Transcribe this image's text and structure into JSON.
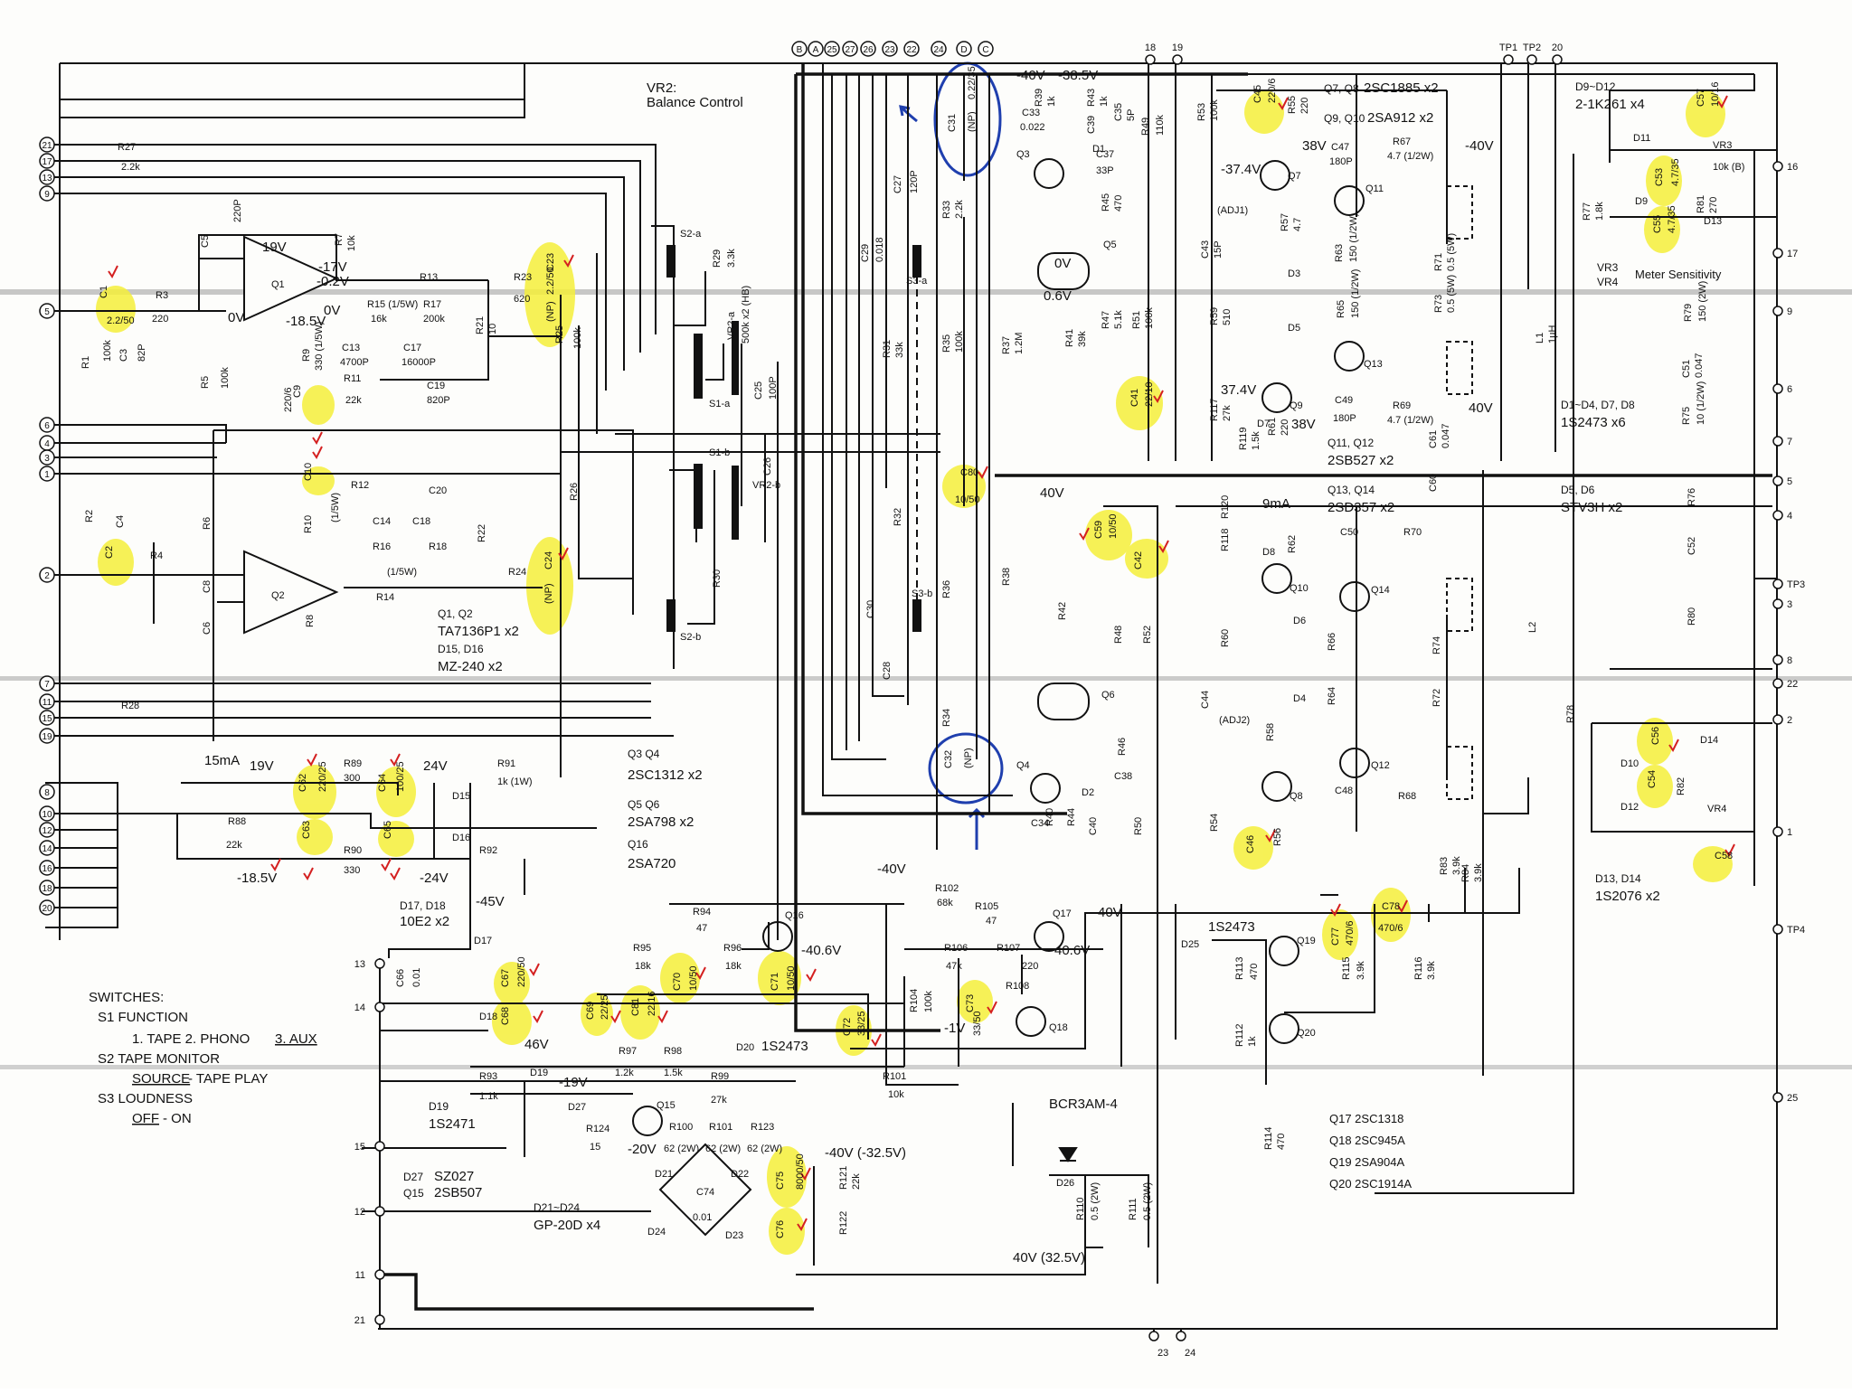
{
  "colors": {
    "ink": "#111111",
    "highlight": "#f5ef3a",
    "check_mark": "#d42020",
    "blue_mark": "#1f3fae",
    "scan_band": "#9a9a9a"
  },
  "top_connectors": [
    "B",
    "A",
    "25",
    "27",
    "26",
    "23",
    "22",
    "24",
    "D",
    "C"
  ],
  "top_right_connectors": [
    "18",
    "19",
    "TP1",
    "TP2",
    "20"
  ],
  "left_terminals": [
    "21",
    "17",
    "13",
    "9",
    "5",
    "6",
    "4",
    "3",
    "1",
    "2",
    "7",
    "11",
    "15",
    "19",
    "8",
    "10",
    "12",
    "14",
    "16",
    "18",
    "20"
  ],
  "right_terminals": [
    "16",
    "17",
    "9",
    "6",
    "7",
    "5",
    "4",
    "TP3",
    "3",
    "8",
    "22",
    "2",
    "1",
    "TP4",
    "25"
  ],
  "bottom_terminals": [
    "23",
    "24"
  ],
  "power_terminals": [
    "13",
    "14",
    "15",
    "12",
    "11",
    "21"
  ],
  "labels": {
    "vr2": "VR2:",
    "vr2_desc": "Balance Control",
    "q1q2": "Q1, Q2",
    "q1q2_part": "TA7136P1 x2",
    "d15d16": "D15, D16",
    "d15d16_part": "MZ-240 x2",
    "q3q4": "Q3  Q4",
    "q3q4_part": "2SC1312 x2",
    "q5q6": "Q5  Q6",
    "q5q6_part": "2SA798 x2",
    "q16": "Q16",
    "q16_part": "2SA720",
    "d17d18": "D17, D18",
    "d17d18_part": "10E2 x2",
    "d19": "D19",
    "d19_part": "1S2471",
    "d27": "D27",
    "d27_part": "SZ027",
    "q15": "Q15",
    "q15_part": "2SB507",
    "d21d24": "D21~D24",
    "d21d24_part": "GP-20D x4",
    "q7q8": "Q7, Q8",
    "q7q8_part": "2SC1885 x2",
    "q9q10": "Q9, Q10",
    "q9q10_part": "2SA912 x2",
    "q11q12": "Q11, Q12",
    "q11q12_part": "2SB527 x2",
    "q13q14": "Q13, Q14",
    "q13q14_part": "2SD357 x2",
    "d9d12": "D9~D12",
    "d9d12_part": "2-1K261 x4",
    "d1d8": "D1~D4, D7, D8",
    "d1d8_part": "1S2473 x6",
    "d5d6": "D5, D6",
    "d5d6_part": "STV3H x2",
    "d13d14": "D13, D14",
    "d13d14_part": "1S2076 x2",
    "vr34": "VR3",
    "vr34b": "VR4",
    "meter": "Meter Sensitivity",
    "q17": "Q17  2SC1318",
    "q18": "Q18  2SC945A",
    "q19": "Q19  2SA904A",
    "q20": "Q20  2SC1914A",
    "bcr": "BCR3AM-4",
    "is2473_a": "1S2473",
    "is2473_b": "1S2473"
  },
  "voltages": {
    "v19": "19V",
    "v17n": "-17V",
    "v02n": "-0.2V",
    "v0a": "0V",
    "v0b": "0V",
    "v185n": "-18.5V",
    "v40n_top": "-40V",
    "v385n": "-38.5V",
    "v38": "38V",
    "v374n": "-37.4V",
    "v40n_r": "-40V",
    "v0c": "0V",
    "v06n": "0.6V",
    "v374": "37.4V",
    "v38b": "38V",
    "v40": "40V",
    "v40b": "40V",
    "v9ma": "9mA",
    "v15ma": "15mA",
    "v19b": "19V",
    "v24": "24V",
    "v185n_b": "-18.5V",
    "v24n": "-24V",
    "v45n": "-45V",
    "v46": "46V",
    "v19n": "-19V",
    "v20n": "-20V",
    "v406n": "-40.6V",
    "v406": "40.6V",
    "v1n": "-1V",
    "v40n_m": "-40V",
    "v40c": "40V",
    "v40n_325": "-40V (-32.5V)",
    "v40_325": "40V (32.5V)"
  },
  "components": {
    "r27": "R27",
    "r27v": "2.2k",
    "c1": "C1",
    "c1v": "2.2/50",
    "r3": "R3",
    "r3v": "220",
    "r1": "R1",
    "r1v": "100k",
    "c3": "C3",
    "c3v": "82P",
    "c5": "C5",
    "c5v": "220P",
    "r7": "R7",
    "r7v": "10k",
    "q1": "Q1",
    "r13": "R13",
    "r23": "R23",
    "r23v": "620",
    "c23": "C23",
    "c23v": "2.2/50",
    "c23np": "(NP)",
    "r15": "R15 (1/5W)",
    "r17": "R17",
    "r15v": "16k",
    "r17v": "200k",
    "c13": "C13",
    "c13v": "4700P",
    "c17": "C17",
    "c17v": "16000P",
    "c19": "C19",
    "c19v": "820P",
    "r21": "R21",
    "r21v": "10",
    "r9": "R9",
    "r9v": "330 (1/5W)",
    "r5": "R5",
    "r5v": "100k",
    "r11": "R11",
    "r11v": "22k",
    "c9": "C9",
    "c9v": "220/6",
    "c10": "C10",
    "r12": "R12",
    "r2": "R2",
    "c4": "C4",
    "c2": "C2",
    "r4": "R4",
    "r6": "R6",
    "c8": "C8",
    "c6": "C6",
    "r8": "R8",
    "r10": "R10",
    "r10w": "(1/5W)",
    "c14": "C14",
    "c18": "C18",
    "c20": "C20",
    "r16": "R16",
    "r18": "R18",
    "r22": "R22",
    "r14": "R14",
    "r14w": "(1/5W)",
    "r24": "R24",
    "c24": "C24",
    "c24np": "(NP)",
    "q2": "Q2",
    "r25": "R25",
    "r25v": "100k",
    "r26": "R26",
    "s2a": "S2-a",
    "s1a": "S1-a",
    "s1b": "S1-b",
    "s2b": "S2-b",
    "s3a": "S3-a",
    "s3b": "S3-b",
    "r29": "R29",
    "r29v": "3.3k",
    "vr2a": "VR2-a",
    "vr2v": "500k x2 (HB)",
    "vr2b": "VR2-b",
    "c25": "C25",
    "c25v": "100P",
    "c26": "C26",
    "r30": "R30",
    "c27": "C27",
    "c27v": "120P",
    "c29": "C29",
    "c29v": "0.018",
    "c31": "C31",
    "c31v": "0.22/35",
    "c31np": "(NP)",
    "c32": "C32",
    "c32np": "(NP)",
    "c30": "C30",
    "c28": "C28",
    "r31": "R31",
    "r31v": "33k",
    "r32": "R32",
    "r33": "R33",
    "r33v": "2.2k",
    "r34": "R34",
    "r35": "R35",
    "r35v": "100k",
    "r36": "R36",
    "r37": "R37",
    "r37v": "1.2M",
    "r38": "R38",
    "r39": "R39",
    "r39v": "1k",
    "c33": "C33",
    "c33v": "0.022",
    "r43": "R43",
    "r43v": "1k",
    "c39": "C39",
    "c37": "C37",
    "c37v": "33P",
    "c35": "C35",
    "c35v": "5P",
    "r49": "R49",
    "r49v": "110k",
    "r45": "R45",
    "r45v": "470",
    "q3": "Q3",
    "q5": "Q5",
    "q4": "Q4",
    "q6": "Q6",
    "d1": "D1",
    "d2": "D2",
    "r47": "R47",
    "r47v": "5.1k",
    "r51": "R51",
    "r51v": "100k",
    "r41": "R41",
    "r41v": "39k",
    "c41": "C41",
    "c41v": "22/10",
    "c80": "C80",
    "c80v": "10/50",
    "c59": "C59",
    "c59v": "10/50",
    "c42": "C42",
    "r42": "R42",
    "r48": "R48",
    "r52": "R52",
    "r46": "R46",
    "c38": "C38",
    "c34": "C34",
    "r40": "R40",
    "r44": "R44",
    "c40": "C40",
    "r50": "R50",
    "r53": "R53",
    "r53v": "100k",
    "c45": "C45",
    "c45v": "220/6",
    "r55": "R55",
    "r55v": "220",
    "c47": "C47",
    "c47v": "180P",
    "r67": "R67",
    "r67v": "4.7 (1/2W)",
    "q7": "Q7",
    "q11": "Q11",
    "r57": "R57",
    "r57v": "4.7",
    "adj1": "(ADJ1)",
    "c43": "C43",
    "c43v": "15P",
    "d3": "D3",
    "d5": "D5",
    "r63": "R63",
    "r63v": "150 (1/2W)",
    "r71": "R71",
    "r71v": "0.5 (5W)",
    "r59": "R59",
    "r59v": "510",
    "r65": "R65",
    "r65v": "150 (1/2W)",
    "q13": "Q13",
    "r73": "R73",
    "r73v": "0.5 (5W)",
    "q9": "Q9",
    "d7": "D7",
    "r117": "R117",
    "r117v": "27k",
    "r119": "R119",
    "r119v": "1.5k",
    "r61": "R61",
    "r61v": "220",
    "c49": "C49",
    "c49v": "180P",
    "r69": "R69",
    "r69v": "4.7 (1/2W)",
    "c61": "C61",
    "c61v": "0.047",
    "c60": "C60",
    "r120": "R120",
    "r118": "R118",
    "d8": "D8",
    "r62": "R62",
    "q10": "Q10",
    "q14": "Q14",
    "c50": "C50",
    "r70": "R70",
    "d6": "D6",
    "r60": "R60",
    "r66": "R66",
    "r74": "R74",
    "d4": "D4",
    "c44": "C44",
    "adj2": "(ADJ2)",
    "r58": "R58",
    "r64": "R64",
    "r72": "R72",
    "q8": "Q8",
    "q12": "Q12",
    "c48": "C48",
    "r68": "R68",
    "r54": "R54",
    "c46": "C46",
    "r56": "R56",
    "d11": "D11",
    "c57": "C57",
    "c57v": "10/16",
    "vr3": "VR3",
    "vr3v": "10k (B)",
    "d9": "D9",
    "c53": "C53",
    "c53v": "4.7/35",
    "r77": "R77",
    "r77v": "1.8k",
    "c55": "C55",
    "c55v": "4.7/35",
    "r81": "R81",
    "r81v": "270",
    "d13": "D13",
    "l1": "L1",
    "l1v": "1μH",
    "r79": "R79",
    "r79v": "150 (2W)",
    "c51": "C51",
    "c51v": "0.047",
    "r75": "R75",
    "r75v": "10 (1/2W)",
    "r76": "R76",
    "c52": "C52",
    "r80": "R80",
    "l2": "L2",
    "r78": "R78",
    "c56": "C56",
    "d14": "D14",
    "d10": "D10",
    "c54": "C54",
    "r82": "R82",
    "d12": "D12",
    "vr4": "VR4",
    "c58": "C58",
    "r28": "R28",
    "r89": "R89",
    "r89v": "300",
    "c62": "C62",
    "c62v": "220/25",
    "c64": "C64",
    "c64v": "100/25",
    "d15": "D15",
    "r91": "R91",
    "r91v": "1k (1W)",
    "r88": "R88",
    "r88v": "22k",
    "c63": "C63",
    "c65": "C65",
    "d16": "D16",
    "r90": "R90",
    "r90v": "330",
    "r92": "R92",
    "r102": "R102",
    "r102v": "68k",
    "r105": "R105",
    "r105v": "47",
    "q17": "Q17",
    "r94": "R94",
    "r94v": "47",
    "q16": "Q16",
    "r95": "R95",
    "r95v": "18k",
    "r96": "R96",
    "r96v": "18k",
    "c70": "C70",
    "c70v": "10/50",
    "c71": "C71",
    "c71v": "10/50",
    "r106": "R106",
    "r106v": "47k",
    "r107": "R107",
    "r107v": "220",
    "r104": "R104",
    "r104v": "100k",
    "c73": "C73",
    "c73v": "33/50",
    "r108": "R108",
    "q18": "Q18",
    "c66": "C66",
    "c66v": "0.01",
    "d17": "D17",
    "c67": "C67",
    "c67v": "220/50",
    "c68": "C68",
    "d18": "D18",
    "c69": "C69",
    "c69v": "22/25",
    "c81": "C81",
    "c81v": "22/16",
    "c72": "C72",
    "c72v": "33/25",
    "r97": "R97",
    "r97v": "1.2k",
    "r98": "R98",
    "r98v": "1.5k",
    "d20": "D20",
    "r99": "R99",
    "r99v": "27k",
    "r101": "R101",
    "r101v": "10k",
    "r93": "R93",
    "r93v": "1.1k",
    "d19": "D19",
    "q15": "Q15",
    "d27": "D27",
    "r124": "R124",
    "r124v": "15",
    "r100": "R100",
    "r100v": "62 (2W)",
    "r101b": "R101",
    "r101bv": "62 (2W)",
    "r123": "R123",
    "r123v": "62 (2W)",
    "d21": "D21",
    "d22": "D22",
    "d23": "D23",
    "d24": "D24",
    "c74": "C74",
    "c74v": "0.01",
    "c75": "C75",
    "c75v": "8000/50",
    "c76": "C76",
    "r121": "R121",
    "r121v": "22k",
    "r122": "R122",
    "d25": "D25",
    "q19": "Q19",
    "q20": "Q20",
    "c77": "C77",
    "c77v": "470/6",
    "c78": "C78",
    "c78v": "470/6",
    "r113": "R113",
    "r113v": "470",
    "r115": "R115",
    "r115v": "3.9k",
    "r116": "R116",
    "r116v": "3.9k",
    "r83": "R83",
    "r83v": "3.9k",
    "r84": "R84",
    "r84v": "3.9k",
    "r112": "R112",
    "r112v": "1k",
    "r114": "R114",
    "r114v": "470",
    "d26": "D26",
    "r110": "R110",
    "r110v": "0.5 (2W)",
    "r111": "R111",
    "r111v": "0.5 (2W)"
  },
  "switches": {
    "heading": "SWITCHES:",
    "s1": "S1  FUNCTION",
    "s1_opts_a": "1. TAPE   2. PHONO",
    "s1_opts_b": "3. AUX",
    "s2": "S2  TAPE MONITOR",
    "s2_opts_a": "SOURCE",
    "s2_opts_b": " - TAPE PLAY",
    "s3": "S3  LOUDNESS",
    "s3_opts_a": "OFF",
    "s3_opts_b": " - ON"
  },
  "highlighted_caps": [
    "C1",
    "C9",
    "C10",
    "C2",
    "C23",
    "C24",
    "C62",
    "C63",
    "C64",
    "C65",
    "C67",
    "C68",
    "C69",
    "C81",
    "C70",
    "C71",
    "C72",
    "C73",
    "C75",
    "C76",
    "C41",
    "C45",
    "C80",
    "C59",
    "C42",
    "C46",
    "C53",
    "C55",
    "C57",
    "C56",
    "C54",
    "C58",
    "C77",
    "C78"
  ],
  "circled_caps": [
    "C31",
    "C32"
  ]
}
